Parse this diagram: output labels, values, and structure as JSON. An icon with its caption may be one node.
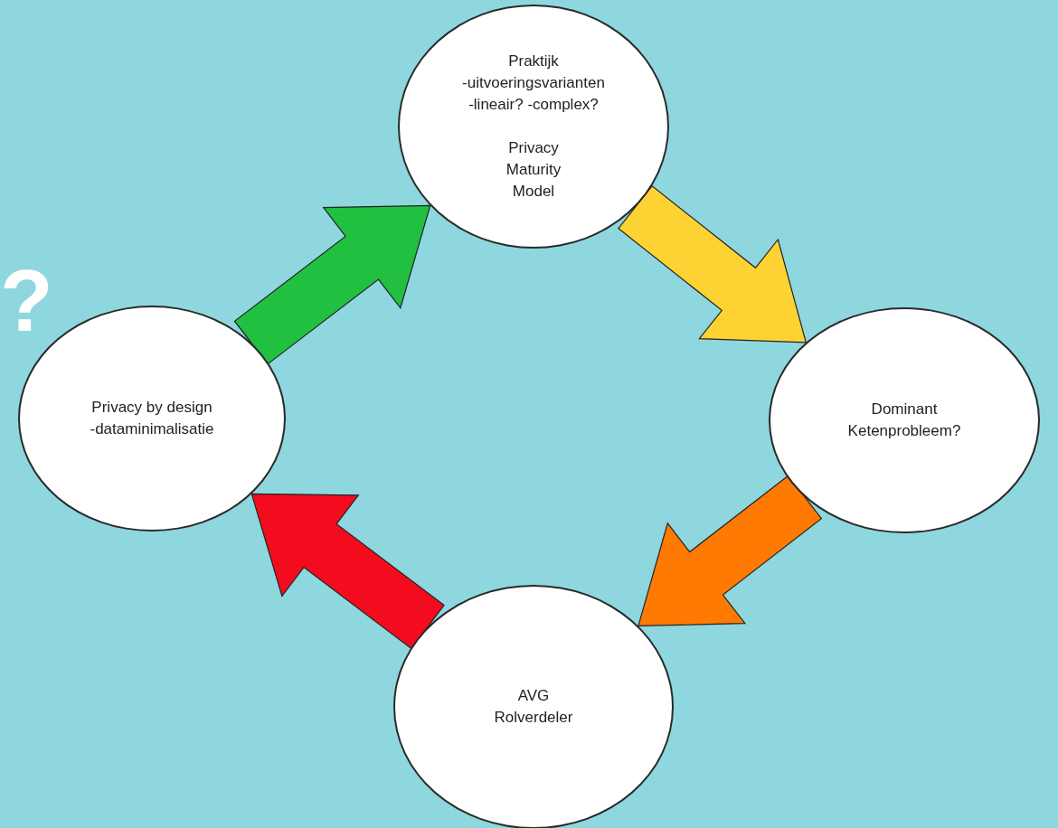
{
  "diagram": {
    "nodes": [
      {
        "text": [
          "Praktijk -uitvoeringsvarianten -lineair? -complex?",
          "Privacy Maturity Model"
        ]
      },
      {
        "text": [
          "Privacy by design -dataminimalisatie"
        ]
      },
      {
        "text": [
          "Dominant Ketenprobleem?"
        ]
      },
      {
        "text": [
          "AVG Rolverdeler"
        ]
      }
    ],
    "edges": [
      {
        "from": 1,
        "to": 0,
        "arrow": "to",
        "color": "#22c040"
      },
      {
        "from": 0,
        "to": 2,
        "arrow": "to",
        "color": "#fdd334"
      },
      {
        "from": 2,
        "to": 3,
        "arrow": "to",
        "color": "#fe7a03"
      },
      {
        "from": 3,
        "to": 1,
        "arrow": "to",
        "color": "#f20c1e"
      }
    ],
    "labels": [
      "?"
    ]
  }
}
